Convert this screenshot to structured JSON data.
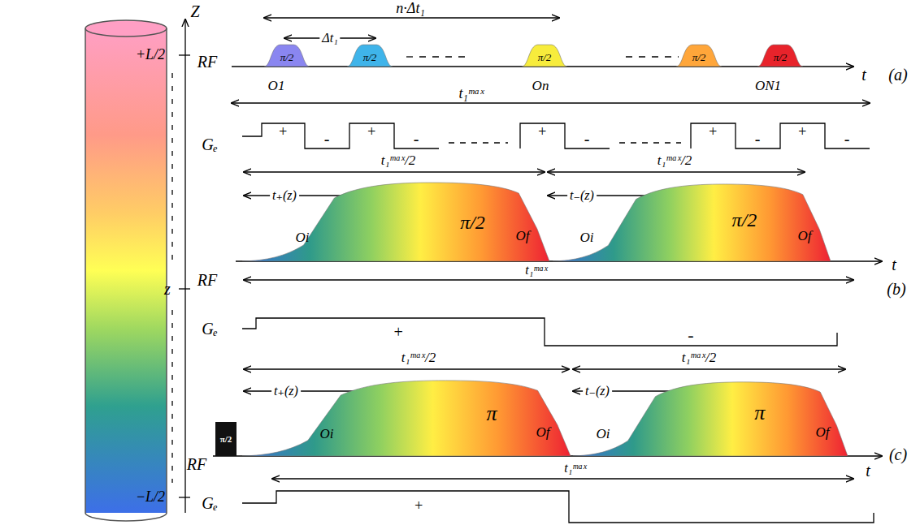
{
  "diagram": {
    "nodes": [
      {
        "text": [
          "π/2"
        ]
      },
      {
        "text": [
          "π/2"
        ]
      },
      {
        "text": [
          "π/2"
        ]
      },
      {
        "text": [
          "π/2"
        ]
      },
      {
        "text": [
          "π/2"
        ]
      },
      {
        "text": [
          "π/2"
        ]
      },
      {
        "text": [
          "π/2"
        ]
      },
      {
        "text": [
          "π/2"
        ]
      },
      {
        "text": [
          "π"
        ]
      },
      {
        "text": [
          "π"
        ]
      }
    ],
    "labels": [
      "Z",
      "+L/2",
      "z",
      "−L/2",
      "n·Δt₁",
      "Δt₁",
      "RF",
      "O1",
      "On",
      "ON1",
      "t",
      "(a)",
      "t₁ᵐᵃˣ",
      "Gₑ",
      "+",
      "-",
      "+",
      "-",
      "+",
      "-",
      "+",
      "-",
      "+",
      "-",
      "t₁ᵐᵃˣ/2",
      "t₁ᵐᵃˣ/2",
      "t₊(z)",
      "t₋(z)",
      "Oi",
      "Of",
      "Oi",
      "Of",
      "t",
      "t₁ᵐᵃˣ",
      "RF",
      "(b)",
      "Gₑ",
      "+",
      "-",
      "t₁ᵐᵃˣ/2",
      "t₁ᵐᵃˣ/2",
      "t₊(z)",
      "t₋(z)",
      "Oi",
      "Of",
      "Oi",
      "Of",
      "t",
      "t₁ᵐᵃˣ",
      "RF",
      "(c)",
      "Gₑ",
      "+"
    ]
  }
}
